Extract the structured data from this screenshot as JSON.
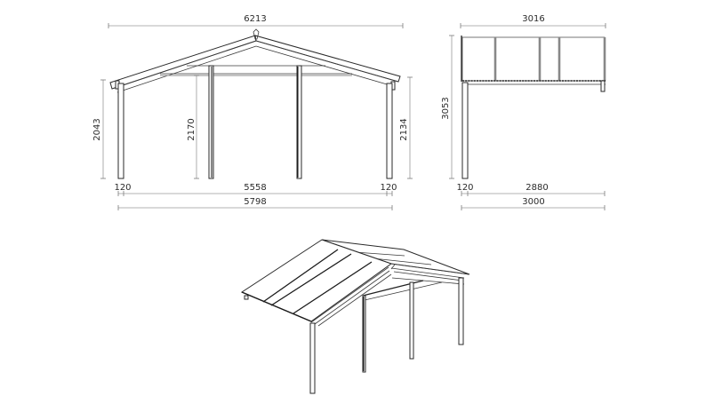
{
  "front_elevation": {
    "overall_width": "6213",
    "left_post_height": "2043",
    "inner_post_height": "2170",
    "right_post_height": "2134",
    "left_post_width": "120",
    "inner_span": "5558",
    "right_post_width": "120",
    "post_to_post_width": "5798"
  },
  "side_elevation": {
    "overall_width": "3016",
    "overall_height": "3053",
    "post_width": "120",
    "span": "2880",
    "total_width": "3000"
  },
  "isometric_view": {
    "label": ""
  },
  "colors": {
    "line": "#2a2a2a",
    "dimension": "#9a9a9a",
    "background": "#ffffff"
  }
}
